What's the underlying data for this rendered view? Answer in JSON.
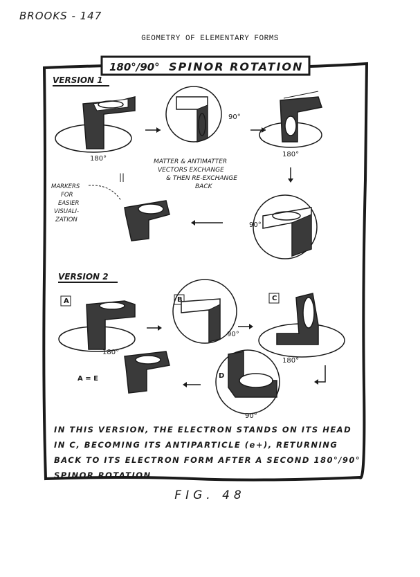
{
  "header_note": "BROOKS - 147",
  "page_header": "GEOMETRY OF ELEMENTARY FORMS",
  "figure": {
    "title_prefix": "180°/90°",
    "title": "SPINOR ROTATION",
    "version1": {
      "label": "VERSION 1",
      "angle_labels": [
        "180°",
        "90°",
        "180°",
        "90°"
      ],
      "note_lines": [
        "MATTER & ANTIMATTER",
        "VECTORS EXCHANGE",
        "& THEN RE-EXCHANGE",
        "BACK"
      ],
      "markers_lines": [
        "MARKERS",
        "FOR",
        "EASIER",
        "VISUALI-",
        "ZATION"
      ],
      "equal_sign": "||"
    },
    "version2": {
      "label": "VERSION 2",
      "step_labels": [
        "A",
        "B",
        "C",
        "D"
      ],
      "final_label": "A = E",
      "angle_labels": [
        "180°",
        "90°",
        "180°",
        "90°"
      ]
    },
    "explanation_lines": [
      "IN THIS VERSION, THE ELECTRON STANDS ON ITS HEAD",
      "IN C, BECOMING ITS ANTIPARTICLE (e+), RETURNING",
      "BACK TO ITS ELECTRON FORM AFTER A SECOND 180°/90°",
      "SPINOR ROTATION."
    ],
    "caption": "FIG. 48"
  },
  "colors": {
    "ink": "#1a1a1a",
    "paper": "#ffffff",
    "shade": "#3a3a3a"
  }
}
